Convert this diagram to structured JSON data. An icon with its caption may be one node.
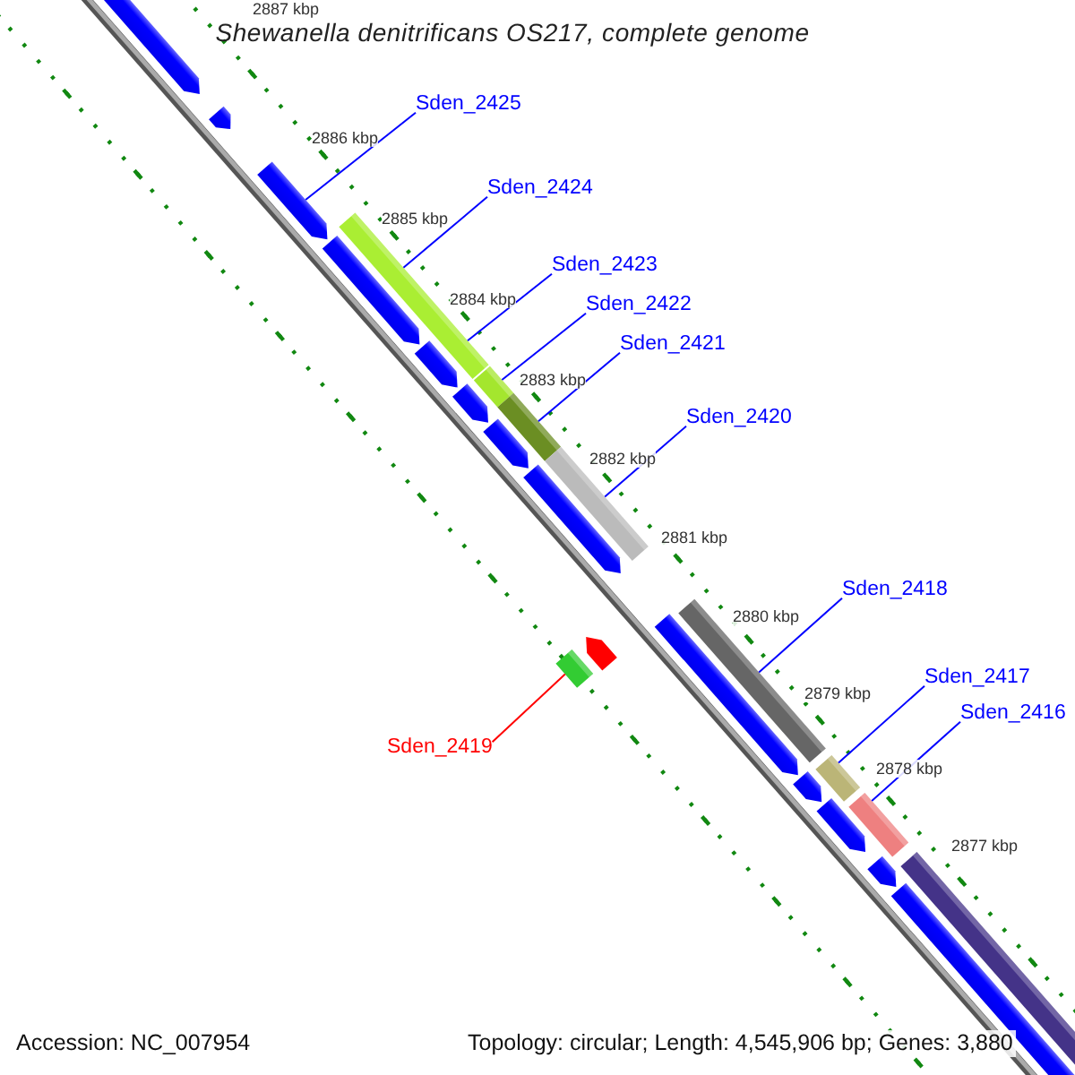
{
  "diagram": {
    "title": "Shewanella denitrificans OS217, complete genome",
    "nodes": [
      {
        "text": [
          "Sden_2425"
        ]
      },
      {
        "text": [
          "Sden_2424"
        ]
      },
      {
        "text": [
          "Sden_2423"
        ]
      },
      {
        "text": [
          "Sden_2422"
        ]
      },
      {
        "text": [
          "Sden_2421"
        ]
      },
      {
        "text": [
          "Sden_2420"
        ]
      },
      {
        "text": [
          "Sden_2418"
        ]
      },
      {
        "text": [
          "Sden_2417"
        ]
      },
      {
        "text": [
          "Sden_2416"
        ]
      },
      {
        "text": [
          "Sden_2419"
        ]
      },
      {
        "text": [],
        "shape": "arrow"
      },
      {
        "text": [],
        "shape": "bar"
      },
      {
        "text": [],
        "shape": "bar"
      },
      {
        "text": [],
        "shape": "bar"
      },
      {
        "text": [],
        "shape": "bar"
      },
      {
        "text": [],
        "shape": "bar"
      },
      {
        "text": [],
        "shape": "bar"
      },
      {
        "text": [],
        "shape": "bar"
      },
      {
        "text": [],
        "shape": "bar"
      }
    ],
    "edges": [
      {
        "from": 0,
        "to": 10,
        "arrow": "none"
      },
      {
        "from": 1,
        "to": 11,
        "arrow": "none"
      },
      {
        "from": 2,
        "to": 11,
        "arrow": "none"
      },
      {
        "from": 3,
        "to": 12,
        "arrow": "none"
      },
      {
        "from": 4,
        "to": 13,
        "arrow": "none"
      },
      {
        "from": 5,
        "to": 14,
        "arrow": "none"
      },
      {
        "from": 6,
        "to": 15,
        "arrow": "none"
      },
      {
        "from": 7,
        "to": 17,
        "arrow": "none"
      },
      {
        "from": 8,
        "to": 18,
        "arrow": "none"
      },
      {
        "from": 9,
        "to": 16,
        "arrow": "none",
        "color": "#ff0000"
      }
    ],
    "labels": [
      "2887 kbp",
      "2886 kbp",
      "2885 kbp",
      "2884 kbp",
      "2883 kbp",
      "2882 kbp",
      "2881 kbp",
      "2880 kbp",
      "2879 kbp",
      "2878 kbp",
      "2877 kbp",
      "Accession: NC_007954",
      "Topology: circular; Length: 4,545,906 bp; Genes: 3,880"
    ]
  }
}
